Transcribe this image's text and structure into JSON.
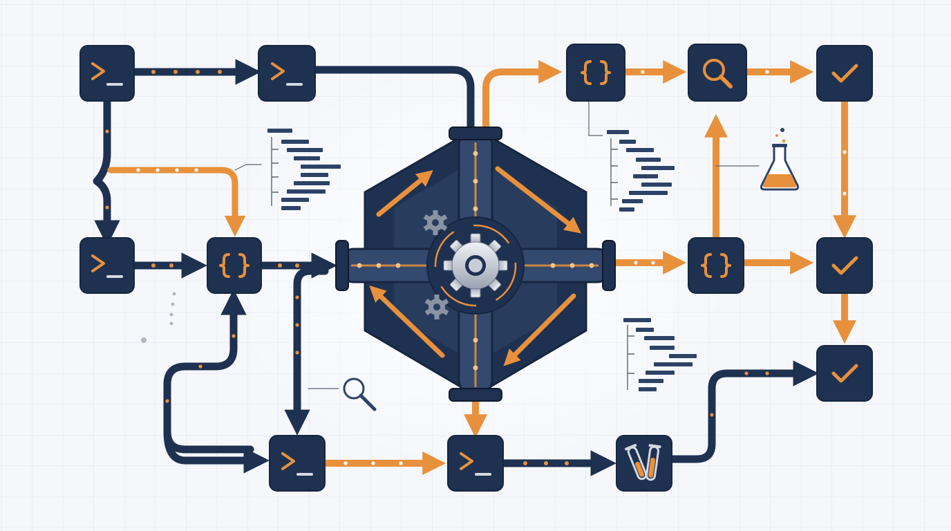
{
  "colors": {
    "background": "#f5f7fb",
    "grid": "#dfe4ee",
    "navy": "#1f3150",
    "navy_dark": "#172640",
    "orange": "#e8913c",
    "light_gray": "#d4d9e2",
    "glyph_gray": "#aeb5c1",
    "outline_gray": "#5a6273"
  },
  "icons": {
    "terminal": "terminal-icon",
    "braces": "braces-icon",
    "search": "search-icon",
    "check": "check-icon",
    "flask": "flask-icon",
    "test_tubes": "test-tubes-icon",
    "gear": "gear-icon",
    "code_tree": "code-tree-icon"
  },
  "nodes": [
    {
      "id": "terminal-a",
      "icon": "terminal"
    },
    {
      "id": "terminal-b",
      "icon": "terminal"
    },
    {
      "id": "terminal-c",
      "icon": "terminal"
    },
    {
      "id": "braces-a",
      "icon": "braces"
    },
    {
      "id": "terminal-d",
      "icon": "terminal"
    },
    {
      "id": "terminal-e",
      "icon": "terminal"
    },
    {
      "id": "test-tubes",
      "icon": "test_tubes"
    },
    {
      "id": "braces-b",
      "icon": "braces"
    },
    {
      "id": "search",
      "icon": "search"
    },
    {
      "id": "check-a",
      "icon": "check"
    },
    {
      "id": "braces-c",
      "icon": "braces"
    },
    {
      "id": "check-b",
      "icon": "check"
    },
    {
      "id": "check-c",
      "icon": "check"
    }
  ]
}
